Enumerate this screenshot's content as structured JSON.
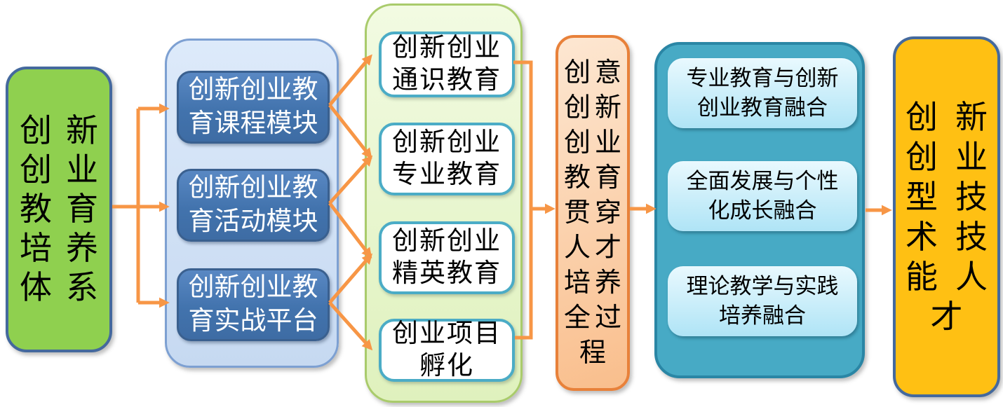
{
  "colors": {
    "arrow": "#F79646",
    "source_fill": "#8FD04F",
    "source_border": "#44699D",
    "modules_fill_top": "#DDEAFA",
    "modules_fill_bottom": "#C6D9F1",
    "modules_border": "#7DA0D2",
    "module_border": "#3A608F",
    "module_text": "#FFFFFF",
    "education_fill_top": "#F2FBE2",
    "education_fill_bottom": "#DFF1BD",
    "education_border": "#A9CB6B",
    "edu_box_border": "#4BACC6",
    "process_fill_top": "#FDE7D2",
    "process_fill_bottom": "#F9BE8C",
    "process_border": "#E8813A",
    "integration_fill": "#47AAC5",
    "integration_border": "#2A86A5",
    "intg_box_top": "#E9F9FE",
    "intg_box_bottom": "#AFE4F6",
    "outcome_fill": "#FFC013",
    "outcome_border": "#44699D"
  },
  "flow": {
    "source": {
      "text": "创新创业教育培养体系",
      "lines": [
        "创新",
        "创业",
        "教育",
        "培养",
        "体系"
      ]
    },
    "modules": {
      "items": [
        {
          "text": "创新创业教育课程模块",
          "lines": [
            "创新创业教",
            "育课程模块"
          ]
        },
        {
          "text": "创新创业教育活动模块",
          "lines": [
            "创新创业教",
            "育活动模块"
          ]
        },
        {
          "text": "创新创业教育实战平台",
          "lines": [
            "创新创业教",
            "育实战平台"
          ]
        }
      ]
    },
    "education_types": {
      "items": [
        {
          "text": "创新创业通识教育",
          "lines": [
            "创新创业",
            "通识教育"
          ]
        },
        {
          "text": "创新创业专业教育",
          "lines": [
            "创新创业",
            "专业教育"
          ]
        },
        {
          "text": "创新创业精英教育",
          "lines": [
            "创新创业",
            "精英教育"
          ]
        },
        {
          "text": "创业项目孵化",
          "lines": [
            "创业项目",
            "孵化"
          ]
        }
      ]
    },
    "process": {
      "text": "创意创新创业教育贯穿人才培养全过程",
      "lines": [
        "创意",
        "创新",
        "创业",
        "教育",
        "贯穿",
        "人才",
        "培养",
        "全过",
        "程"
      ]
    },
    "integration": {
      "items": [
        {
          "text": "专业教育与创新创业教育融合",
          "lines": [
            "专业教育与创新",
            "创业教育融合"
          ]
        },
        {
          "text": "全面发展与个性化成长融合",
          "lines": [
            "全面发展与个性",
            "化成长融合"
          ]
        },
        {
          "text": "理论教学与实践培养融合",
          "lines": [
            "理论教学与实践",
            "培养融合"
          ]
        }
      ]
    },
    "outcome": {
      "text": "创新创业型技术技能人才",
      "lines": [
        "创新",
        "创业",
        "型技",
        "术技",
        "能人",
        "才"
      ]
    }
  }
}
